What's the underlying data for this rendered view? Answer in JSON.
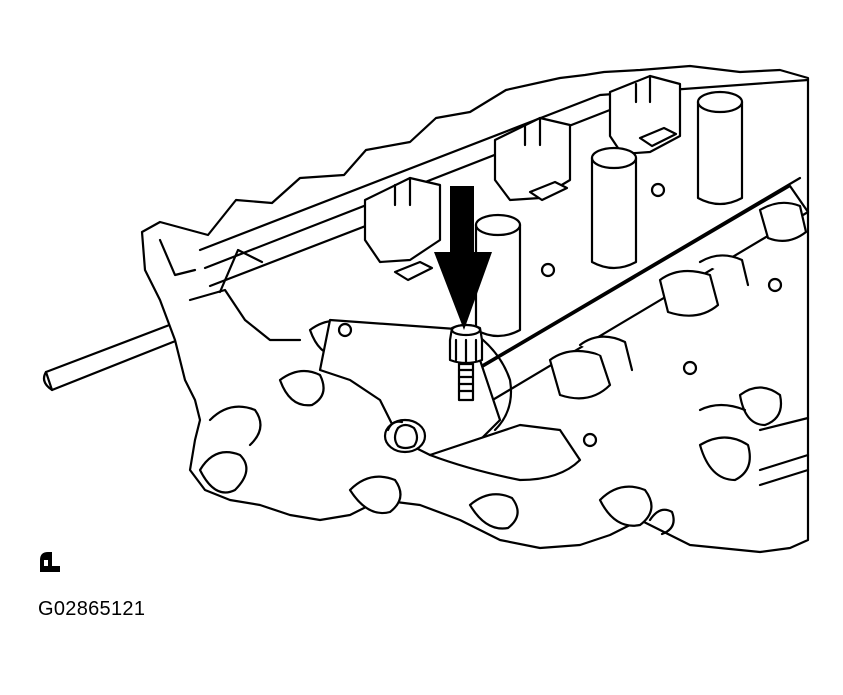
{
  "figure": {
    "code": "G02865121",
    "line_color": "#000000",
    "background_color": "#ffffff",
    "components": [
      "cylinder-head",
      "camshaft",
      "camshaft-journals",
      "valve-lifters",
      "oil-control-valve-bolt",
      "indicator-arrow"
    ],
    "corner_icon": "pointer-icon"
  }
}
